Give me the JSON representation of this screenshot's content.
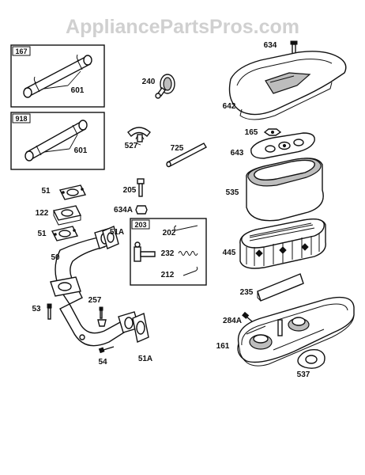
{
  "watermark": "AppliancePartsPros.com",
  "callout_boxes": [
    {
      "id": "167",
      "label": "167",
      "part_label": "601"
    },
    {
      "id": "918",
      "label": "918",
      "part_label": "601"
    },
    {
      "id": "203",
      "label": "203"
    }
  ],
  "labels": {
    "p601a": "601",
    "p601b": "601",
    "p240": "240",
    "p527": "527",
    "p725": "725",
    "p634": "634",
    "p642": "642",
    "p165": "165",
    "p643": "643",
    "p535": "535",
    "p445": "445",
    "p235": "235",
    "p284A": "284A",
    "p161": "161",
    "p537": "537",
    "p51a": "51",
    "p122": "122",
    "p51b": "51",
    "p50": "50",
    "p51Aa": "51A",
    "p51Ab": "51A",
    "p53": "53",
    "p54": "54",
    "p257": "257",
    "p205": "205",
    "p634A": "634A",
    "p202": "202",
    "p232": "232",
    "p212": "212"
  }
}
